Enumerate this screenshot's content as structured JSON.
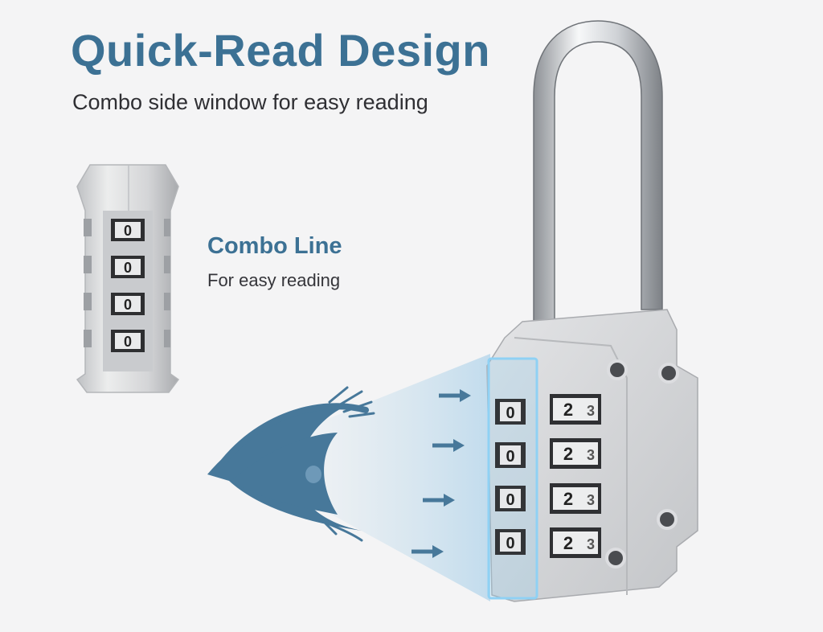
{
  "heading": {
    "title": "Quick-Read Design",
    "subtitle": "Combo side window for easy reading"
  },
  "callout": {
    "title": "Combo Line",
    "subtitle": "For easy reading"
  },
  "dial": {
    "side_digit": "0",
    "front_digits": [
      "2",
      "3"
    ],
    "rows": 4
  },
  "colors": {
    "accent": "#3c7194",
    "highlight": "#8fd1f4",
    "eye": "#47789a",
    "metal": "#d7d8da"
  },
  "icons": {
    "eye": "eye-icon",
    "arrow": "arrow-right-icon",
    "lock": "padlock",
    "cylinder": "combo-cylinder"
  }
}
